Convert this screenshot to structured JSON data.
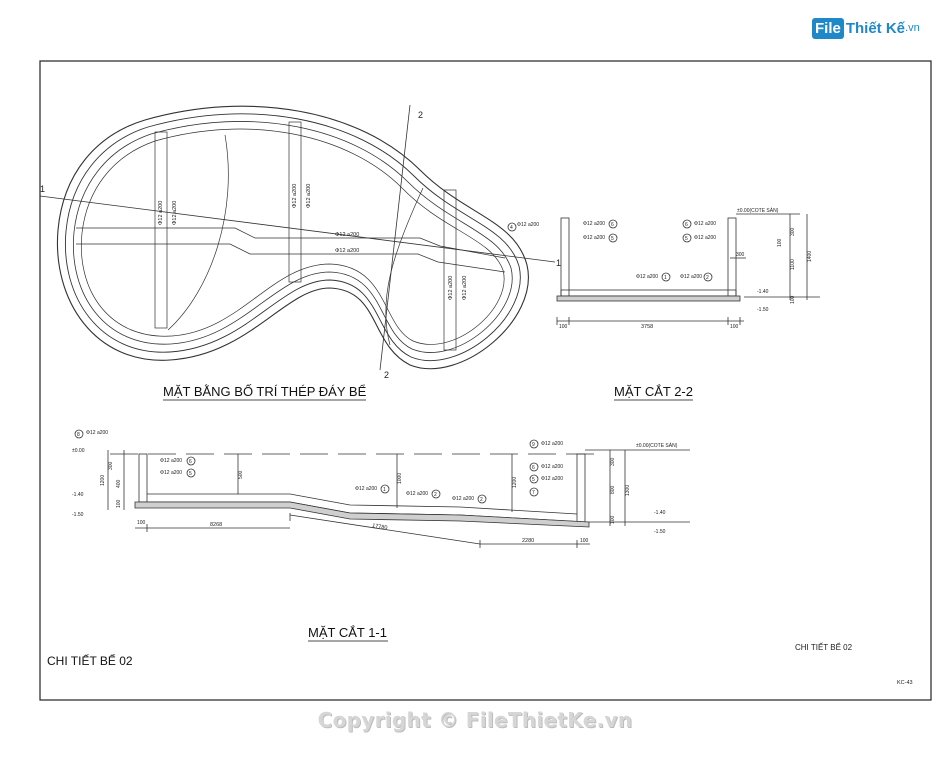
{
  "logo": {
    "brand_box": "File",
    "brand_rest": "Thiết Kế",
    "brand_tld": ".vn"
  },
  "sheet": {
    "title_plan": "MẶT BẰNG BỐ TRÍ THÉP ĐÁY BỂ",
    "title_section_22": "MẶT CẮT 2-2",
    "title_section_11": "MẶT CẮT 1-1",
    "sheet_name": "CHI TIẾT BỂ 02",
    "sheet_name_small": "CHI TIẾT BỂ 02",
    "sheet_code": "KC-43"
  },
  "plan": {
    "cut_mark_1_left": "1",
    "cut_mark_1_right": "1",
    "cut_mark_2_top": "2",
    "cut_mark_2_bottom": "2",
    "rebar_labels": [
      "Φ12 a200",
      "Φ12 a200",
      "Φ12 a200",
      "Φ12 a200",
      "Φ12 a200",
      "Φ12 a200",
      "Φ12 a200",
      "Φ12 a200"
    ]
  },
  "section22": {
    "rebar_labels": [
      "Φ12 a200",
      "Φ12 a200",
      "Φ12 a200",
      "Φ12 a200",
      "Φ12 a200",
      "Φ12 a200",
      "Φ12 a200"
    ],
    "bubbles": [
      "4",
      "6",
      "5",
      "6",
      "5",
      "1",
      "2"
    ],
    "level_top": "±0.00(COTE SÀN)",
    "level_bottom": "-1.40",
    "level_bottom2": "-1.50",
    "dims_vertical": [
      "300",
      "1100",
      "1400",
      "100",
      "100"
    ],
    "dim_width": "3758",
    "dim_wall_left": "100",
    "dim_wall_right": "100",
    "dim_small": "300"
  },
  "section11": {
    "rebar_labels": [
      "Φ12 a200",
      "Φ12 a200",
      "Φ12 a200",
      "Φ12 a200",
      "Φ12 a200",
      "Φ12 a200",
      "Φ12 a200",
      "Φ12 a200",
      "Φ12 a200"
    ],
    "bubbles": [
      "8",
      "6",
      "5",
      "1",
      "2",
      "2",
      "9",
      "6",
      "5",
      "7"
    ],
    "level_left_top": "±0.00",
    "level_left_bottom": "-1.40",
    "level_left_bottom2": "-1.50",
    "level_right_top": "±0.00(COTE SÀN)",
    "level_right_bottom": "-1.40",
    "level_right_bottom2": "-1.50",
    "dims_left_vertical": [
      "300",
      "1200",
      "400",
      "100"
    ],
    "dims_right_vertical": [
      "300",
      "800",
      "1300",
      "100"
    ],
    "dim_depth_500": "500",
    "dim_depth_1000": "1000",
    "dim_depth_1200": "1200",
    "dim_bottom_100_left": "100",
    "dim_bottom_8268": "8268",
    "dim_bottom_17780": "17780",
    "dim_bottom_2280": "2280",
    "dim_bottom_100_right": "100"
  },
  "watermark": {
    "text": "Copyright © FileThietKe.vn"
  }
}
